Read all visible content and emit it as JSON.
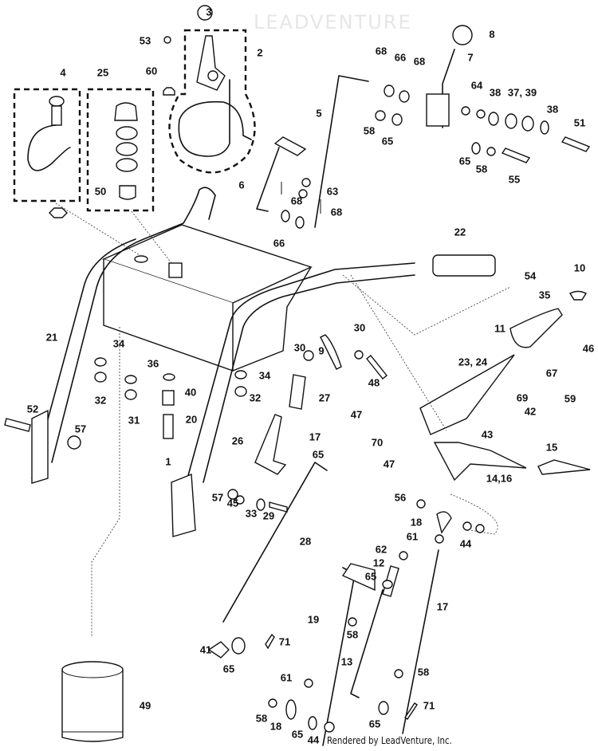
{
  "diagram": {
    "callouts": [
      "3",
      "53",
      "2",
      "8",
      "7",
      "68",
      "66",
      "68",
      "4",
      "25",
      "60",
      "5",
      "64",
      "38",
      "37, 39",
      "38",
      "51",
      "58",
      "65",
      "65",
      "58",
      "55",
      "6",
      "63",
      "68",
      "68",
      "50",
      "66",
      "22",
      "10",
      "54",
      "35",
      "11",
      "21",
      "30",
      "30",
      "9",
      "46",
      "67",
      "59",
      "23, 24",
      "34",
      "36",
      "34",
      "48",
      "40",
      "32",
      "32",
      "27",
      "69",
      "42",
      "52",
      "31",
      "20",
      "47",
      "43",
      "70",
      "26",
      "17",
      "57",
      "1",
      "65",
      "15",
      "47",
      "14,16",
      "57",
      "45",
      "33",
      "29",
      "56",
      "18",
      "61",
      "44",
      "28",
      "62",
      "12",
      "65",
      "17",
      "19",
      "58",
      "41",
      "65",
      "71",
      "13",
      "58",
      "61",
      "71",
      "58",
      "18",
      "65",
      "44",
      "65",
      "49"
    ],
    "watermark": "LEADVENTURE",
    "footer": "Rendered by LeadVenture, Inc."
  }
}
